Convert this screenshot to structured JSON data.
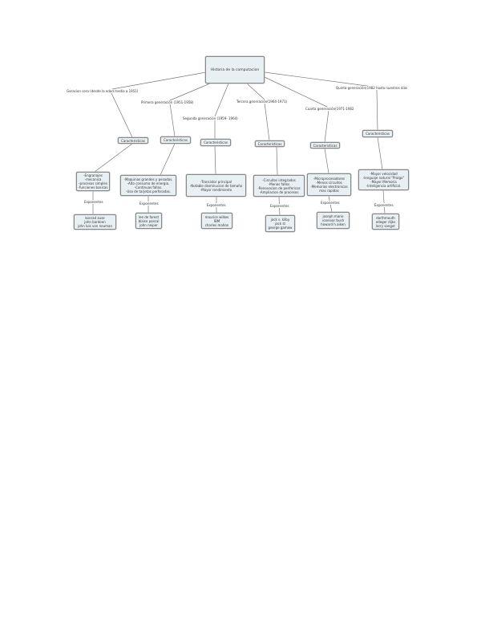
{
  "root": "Historia de la computacion",
  "generations": [
    {
      "label": "Geracion cero (desde la edad media a 1951)",
      "caracteristicas": "Caracteristicas",
      "details": [
        "-Engranajes",
        "-mecanica",
        "-procesos simples",
        "-funciones basicas"
      ],
      "exponentes_label": "Exponentes",
      "exponentes": [
        "konrad zuse",
        "john bardeen",
        "john luis von neuman"
      ]
    },
    {
      "label": "Primera generación (1951-1958)",
      "caracteristicas": "Caracteristicas",
      "details": [
        "-Maquinas grandes y pesadas.",
        "-Alto consumo de energia.",
        "-Continuas fallas.",
        "-Uso de tarjetas perforadas."
      ],
      "exponentes_label": "Exponentes",
      "exponentes": [
        "lee de forest",
        "blaise pascal",
        "john neiper"
      ]
    },
    {
      "label": "Segunda generación (1959- 1964)",
      "caracteristicas": "Caracteristicas",
      "details": [
        "-Transistor principal",
        "-Notable disminucion de tamaño",
        "-Mayor rendimiento"
      ],
      "exponentes_label": "Exponentes",
      "exponentes": [
        "maurice wilkes",
        "IBM",
        "charles mañon"
      ]
    },
    {
      "label": "Tercera generación(1964-1971)",
      "caracteristicas": "Caracteristicas",
      "details": [
        "-Circuitos integrados",
        "-Menos fallos",
        "-Renovacion de perifericos",
        "-Ampliacion de procesos"
      ],
      "exponentes_label": "Exponentes",
      "exponentes": [
        "jack s. kilby",
        "jack st",
        "george gamow"
      ]
    },
    {
      "label": "Cuarta generación(1971-1982",
      "caracteristicas": "Caracteristicas",
      "details": [
        "-Microprocesadores",
        "-Menos circuitos",
        "-Memorias electronicas",
        "mas rapidas"
      ],
      "exponentes_label": "Exponentes",
      "exponentes": [
        "joseph marie",
        "vanevar bush",
        "howard h.aiken"
      ]
    },
    {
      "label": "Quinta generación(1982 hasta nuestros días",
      "caracteristicas": "Caracteristicas",
      "details": [
        "-Mayor velocidad",
        "-lenguaje natural \"Prolgo\"",
        "-Mayor Memoria",
        "-Inteligencia artificial."
      ],
      "exponentes_label": "Exponentes",
      "exponentes": [
        "darthmouth",
        "edeger dijks",
        "larry sanger"
      ]
    }
  ]
}
